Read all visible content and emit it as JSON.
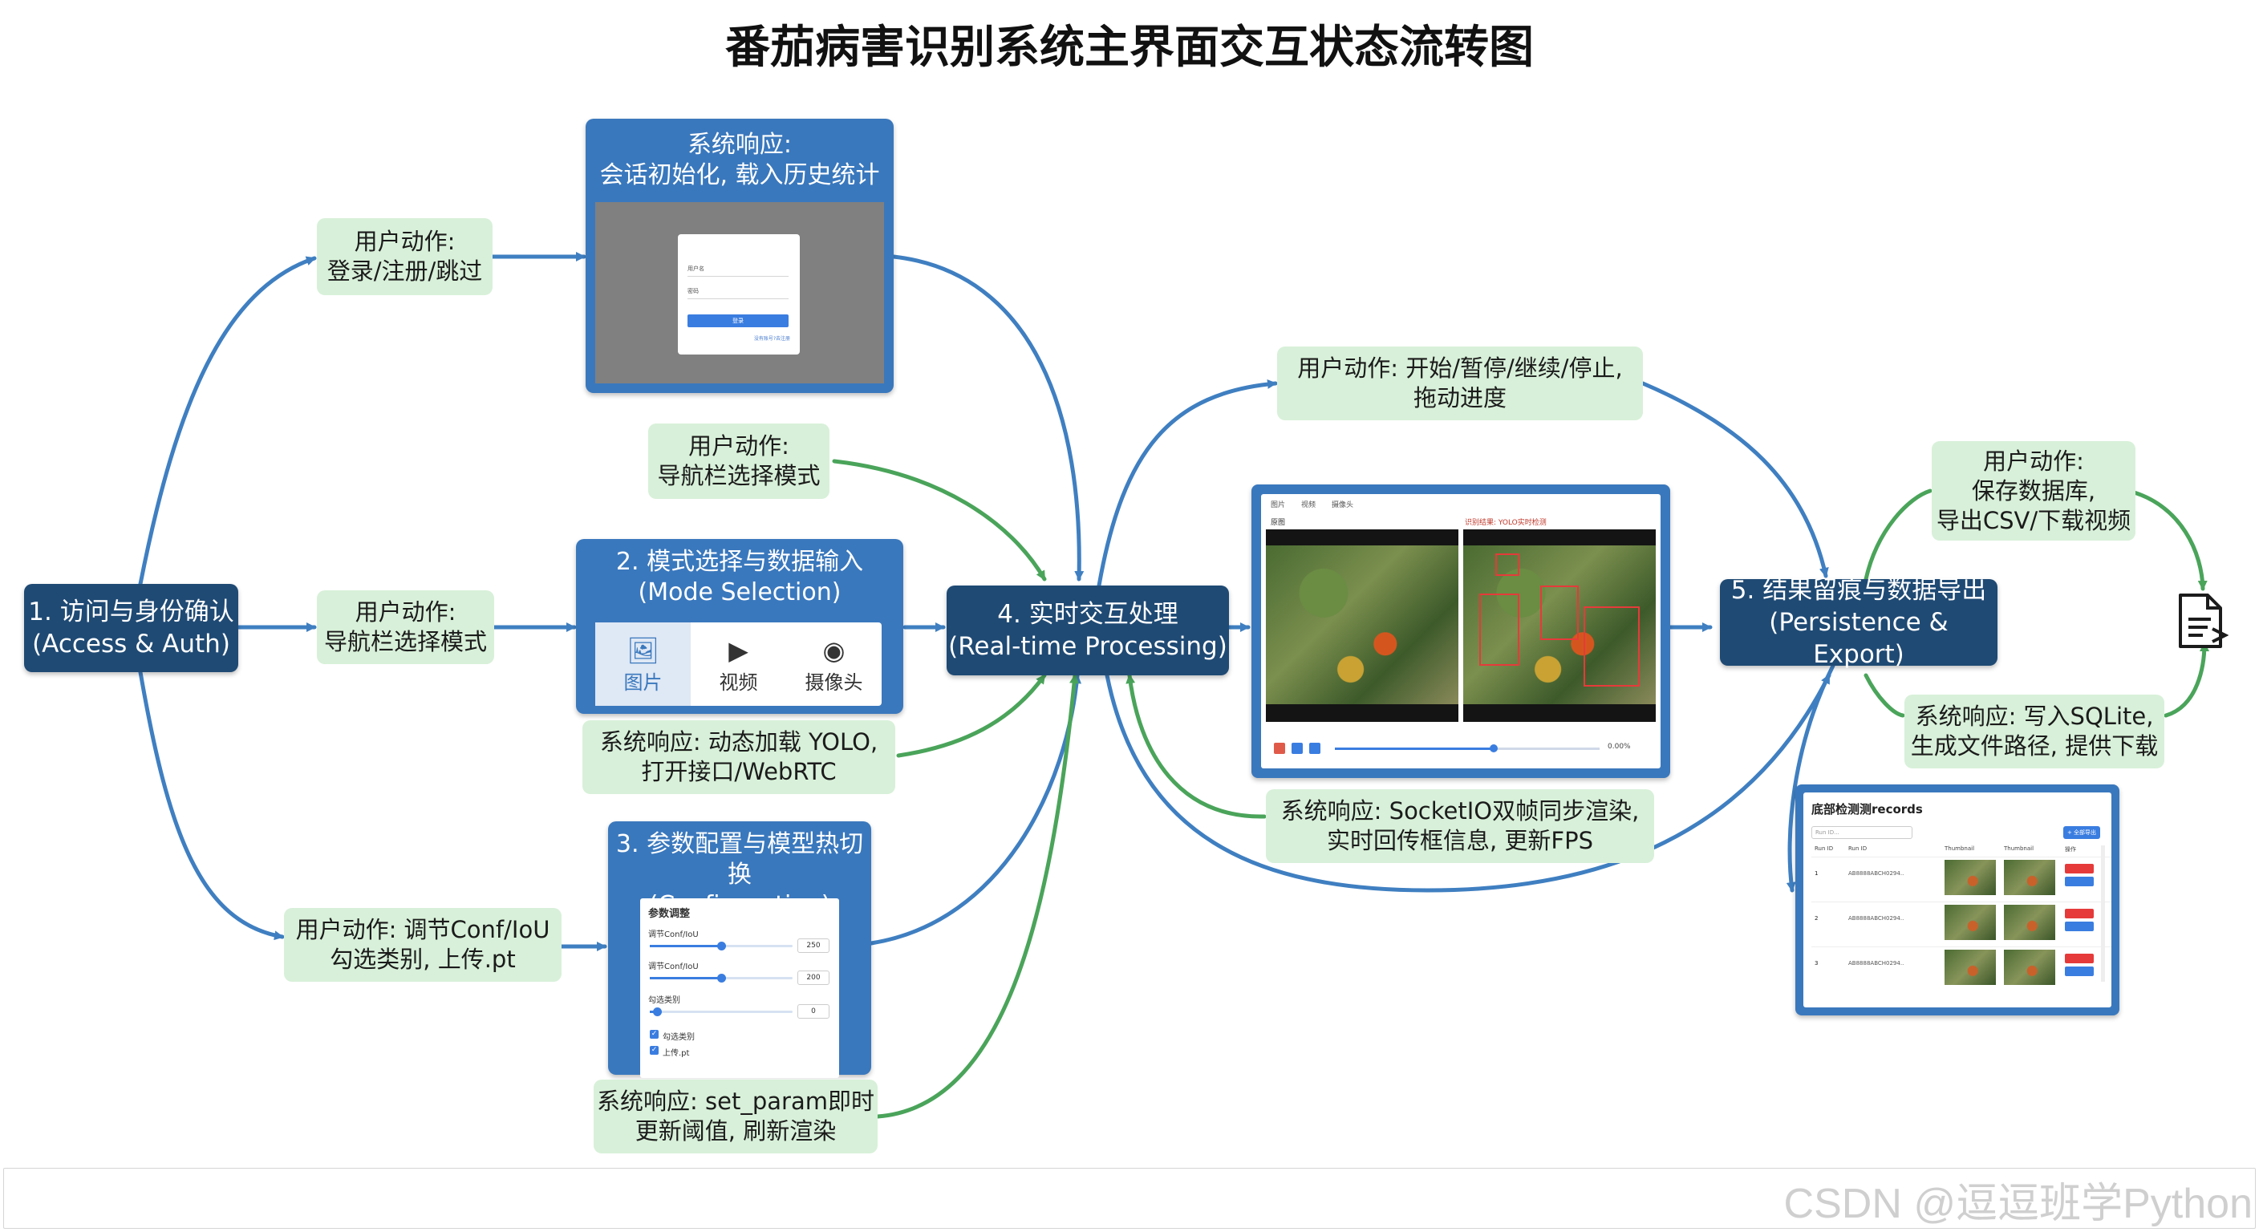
{
  "title": "番茄病害识别系统主界面交互状态流转图",
  "colors": {
    "dark_node": "#1f4a74",
    "blue_node": "#3a78bd",
    "note": "#d8f0d9",
    "arrow_blue": "#3f7fc1",
    "arrow_green": "#4aa45a"
  },
  "nodes": {
    "n1": {
      "line1": "1. 访问与身份确认",
      "line2": "(Access & Auth)"
    },
    "n2": {
      "line1": "2. 模式选择与数据输入",
      "line2": "(Mode Selection)"
    },
    "n3": {
      "line1": "3. 参数配置与模型热切换",
      "line2": "(Configuration)"
    },
    "n4": {
      "line1": "4. 实时交互处理",
      "line2": "(Real-time Processing)"
    },
    "n5": {
      "line1": "5. 结果留痕与数据导出",
      "line2": "(Persistence & Export)"
    }
  },
  "notes": {
    "login_user": {
      "line1": "用户动作:",
      "line2": "登录/注册/跳过"
    },
    "login_sys": {
      "line1": "系统响应:",
      "line2": "会话初始化, 载入历史统计"
    },
    "nav_user_top": {
      "line1": "用户动作:",
      "line2": "导航栏选择模式"
    },
    "nav_user_left": {
      "line1": "用户动作:",
      "line2": "导航栏选择模式"
    },
    "mode_sys": {
      "line1": "系统响应: 动态加载 YOLO,",
      "line2": "打开接口/WebRTC"
    },
    "conf_user": {
      "line1": "用户动作: 调节Conf/IoU",
      "line2": "勾选类别, 上传.pt"
    },
    "conf_sys": {
      "line1": "系统响应: set_param即时",
      "line2": "更新阈值, 刷新渲染"
    },
    "rt_user": {
      "line1": "用户动作: 开始/暂停/继续/停止,",
      "line2": "拖动进度"
    },
    "rt_sys": {
      "line1": "系统响应: SocketIO双帧同步渲染,",
      "line2": "实时回传框信息, 更新FPS"
    },
    "exp_user": {
      "line1": "用户动作:",
      "line2": "保存数据库,",
      "line3": "导出CSV/下载视频"
    },
    "exp_sys": {
      "line1": "系统响应: 写入SQLite,",
      "line2": "生成文件路径, 提供下载"
    }
  },
  "login_mock": {
    "title": "登录",
    "user_label": "用户名",
    "pass_label": "密码",
    "button": "登录",
    "link": "没有账号?去注册"
  },
  "mode_tabs": [
    {
      "label": "图片",
      "icon": "image-icon",
      "active": true
    },
    {
      "label": "视频",
      "icon": "video-icon",
      "active": false
    },
    {
      "label": "摄像头",
      "icon": "camera-icon",
      "active": false
    }
  ],
  "config_mock": {
    "header": "参数调整",
    "conf_label": "调节Conf/IoU",
    "conf_value": "250",
    "conf_level": 0.5,
    "iou_label": "调节Conf/IoU",
    "iou_value": "200",
    "iou_level": 0.5,
    "class_label": "勾选类别",
    "class_value": "0",
    "class_level": 0.05,
    "check1": "勾选类别",
    "check2": "上传.pt"
  },
  "realtime_mock": {
    "tabs": [
      "图片",
      "视频",
      "摄像头"
    ],
    "left_label": "原图",
    "right_label": "识别结果: YOLO实时检测",
    "progress": 0.6,
    "pct_text": "0.00%"
  },
  "records_mock": {
    "title": "底部检测测records",
    "search_placeholder": "Run ID...",
    "button": "+ 全部导出",
    "headers": [
      "Run ID",
      "Run ID",
      "Thumbnail",
      "Thumbnail",
      "操作"
    ],
    "rows": [
      {
        "n": "1",
        "id": "AB8888ABCH0294.."
      },
      {
        "n": "2",
        "id": "AB8888ABCH0294.."
      },
      {
        "n": "3",
        "id": "AB8888ABCH0294.."
      }
    ]
  },
  "footer": {
    "watermark": "CSDN @逗逗班学Python"
  }
}
